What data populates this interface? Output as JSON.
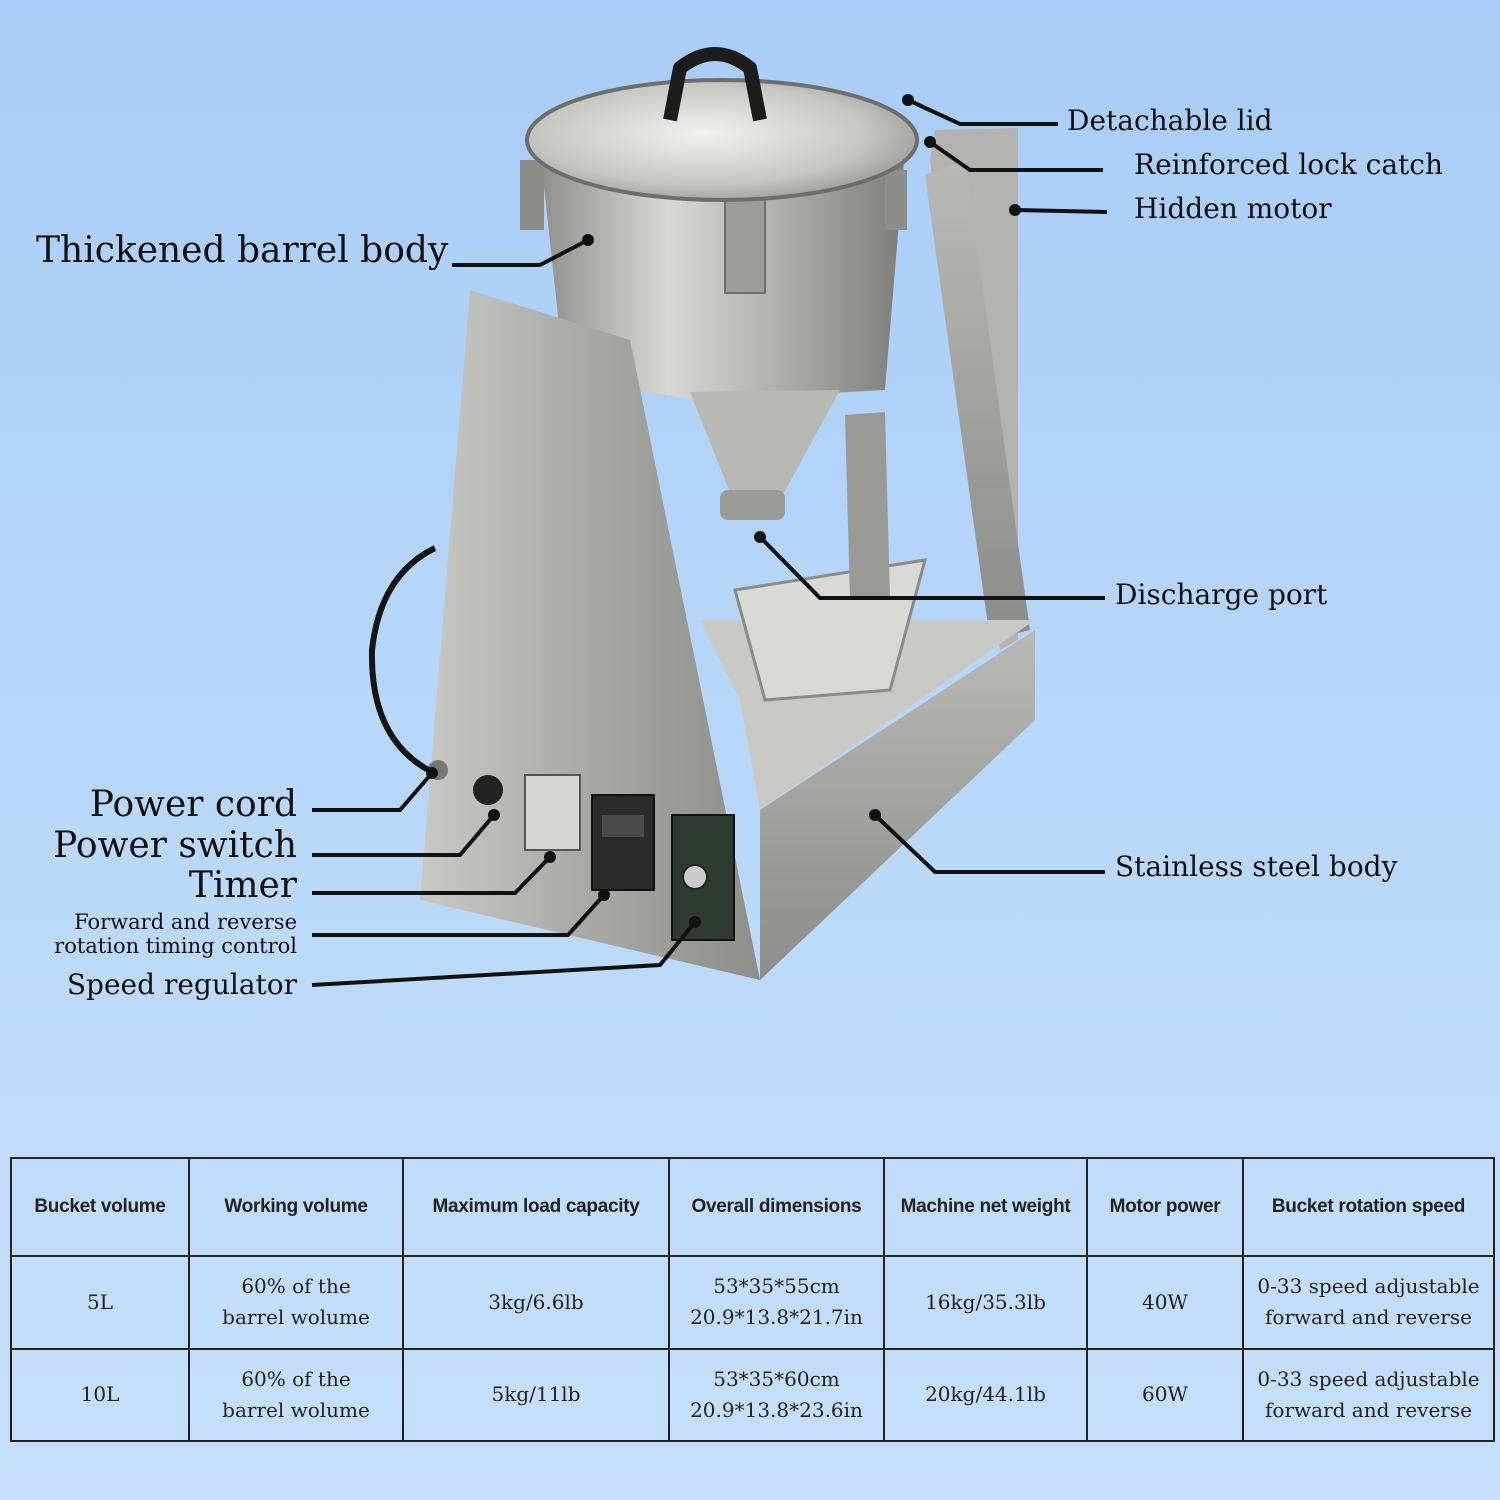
{
  "callouts": {
    "detachable_lid": "Detachable lid",
    "reinforced_lock_catch": "Reinforced lock catch",
    "hidden_motor": "Hidden motor",
    "thickened_barrel_body": "Thickened barrel body",
    "discharge_port": "Discharge port",
    "power_cord": "Power cord",
    "power_switch": "Power switch",
    "timer": "Timer",
    "forward_reverse_line1": "Forward and reverse",
    "forward_reverse_line2": "rotation timing control",
    "stainless_steel_body": "Stainless steel body",
    "speed_regulator": "Speed regulator"
  },
  "table": {
    "headers": [
      "Bucket volume",
      "Working volume",
      "Maximum load capacity",
      "Overall dimensions",
      "Machine net weight",
      "Motor power",
      "Bucket rotation speed"
    ],
    "rows": [
      {
        "bucket_volume": "5L",
        "working_volume": [
          "60% of the",
          "barrel wolume"
        ],
        "max_load": "3kg/6.6lb",
        "dimensions": [
          "53*35*55cm",
          "20.9*13.8*21.7in"
        ],
        "net_weight": "16kg/35.3lb",
        "motor_power": "40W",
        "rotation_speed": [
          "0-33 speed adjustable",
          "forward and reverse"
        ]
      },
      {
        "bucket_volume": "10L",
        "working_volume": [
          "60% of the",
          "barrel wolume"
        ],
        "max_load": "5kg/11lb",
        "dimensions": [
          "53*35*60cm",
          "20.9*13.8*23.6in"
        ],
        "net_weight": "20kg/44.1lb",
        "motor_power": "60W",
        "rotation_speed": [
          "0-33 speed adjustable",
          "forward and reverse"
        ]
      }
    ]
  },
  "colors": {
    "background_top": "#a9cdf8",
    "background_bottom": "#c6e0fa",
    "steel": "#a9a9a6",
    "leader_line": "#111111"
  },
  "icons": [
    "mixer-machine-illustration",
    "lid-handle-icon",
    "timer-display-icon",
    "power-switch-icon",
    "speed-knob-icon"
  ]
}
